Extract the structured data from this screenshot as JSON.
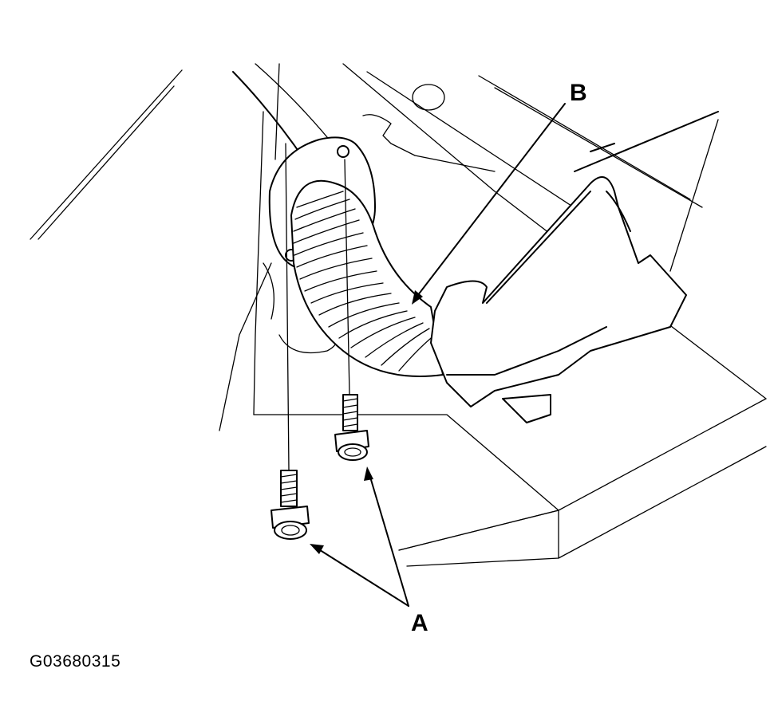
{
  "labels": {
    "a": "A",
    "b": "B"
  },
  "figure_code": "G03680315",
  "colors": {
    "line": "#000000",
    "background": "#ffffff"
  }
}
